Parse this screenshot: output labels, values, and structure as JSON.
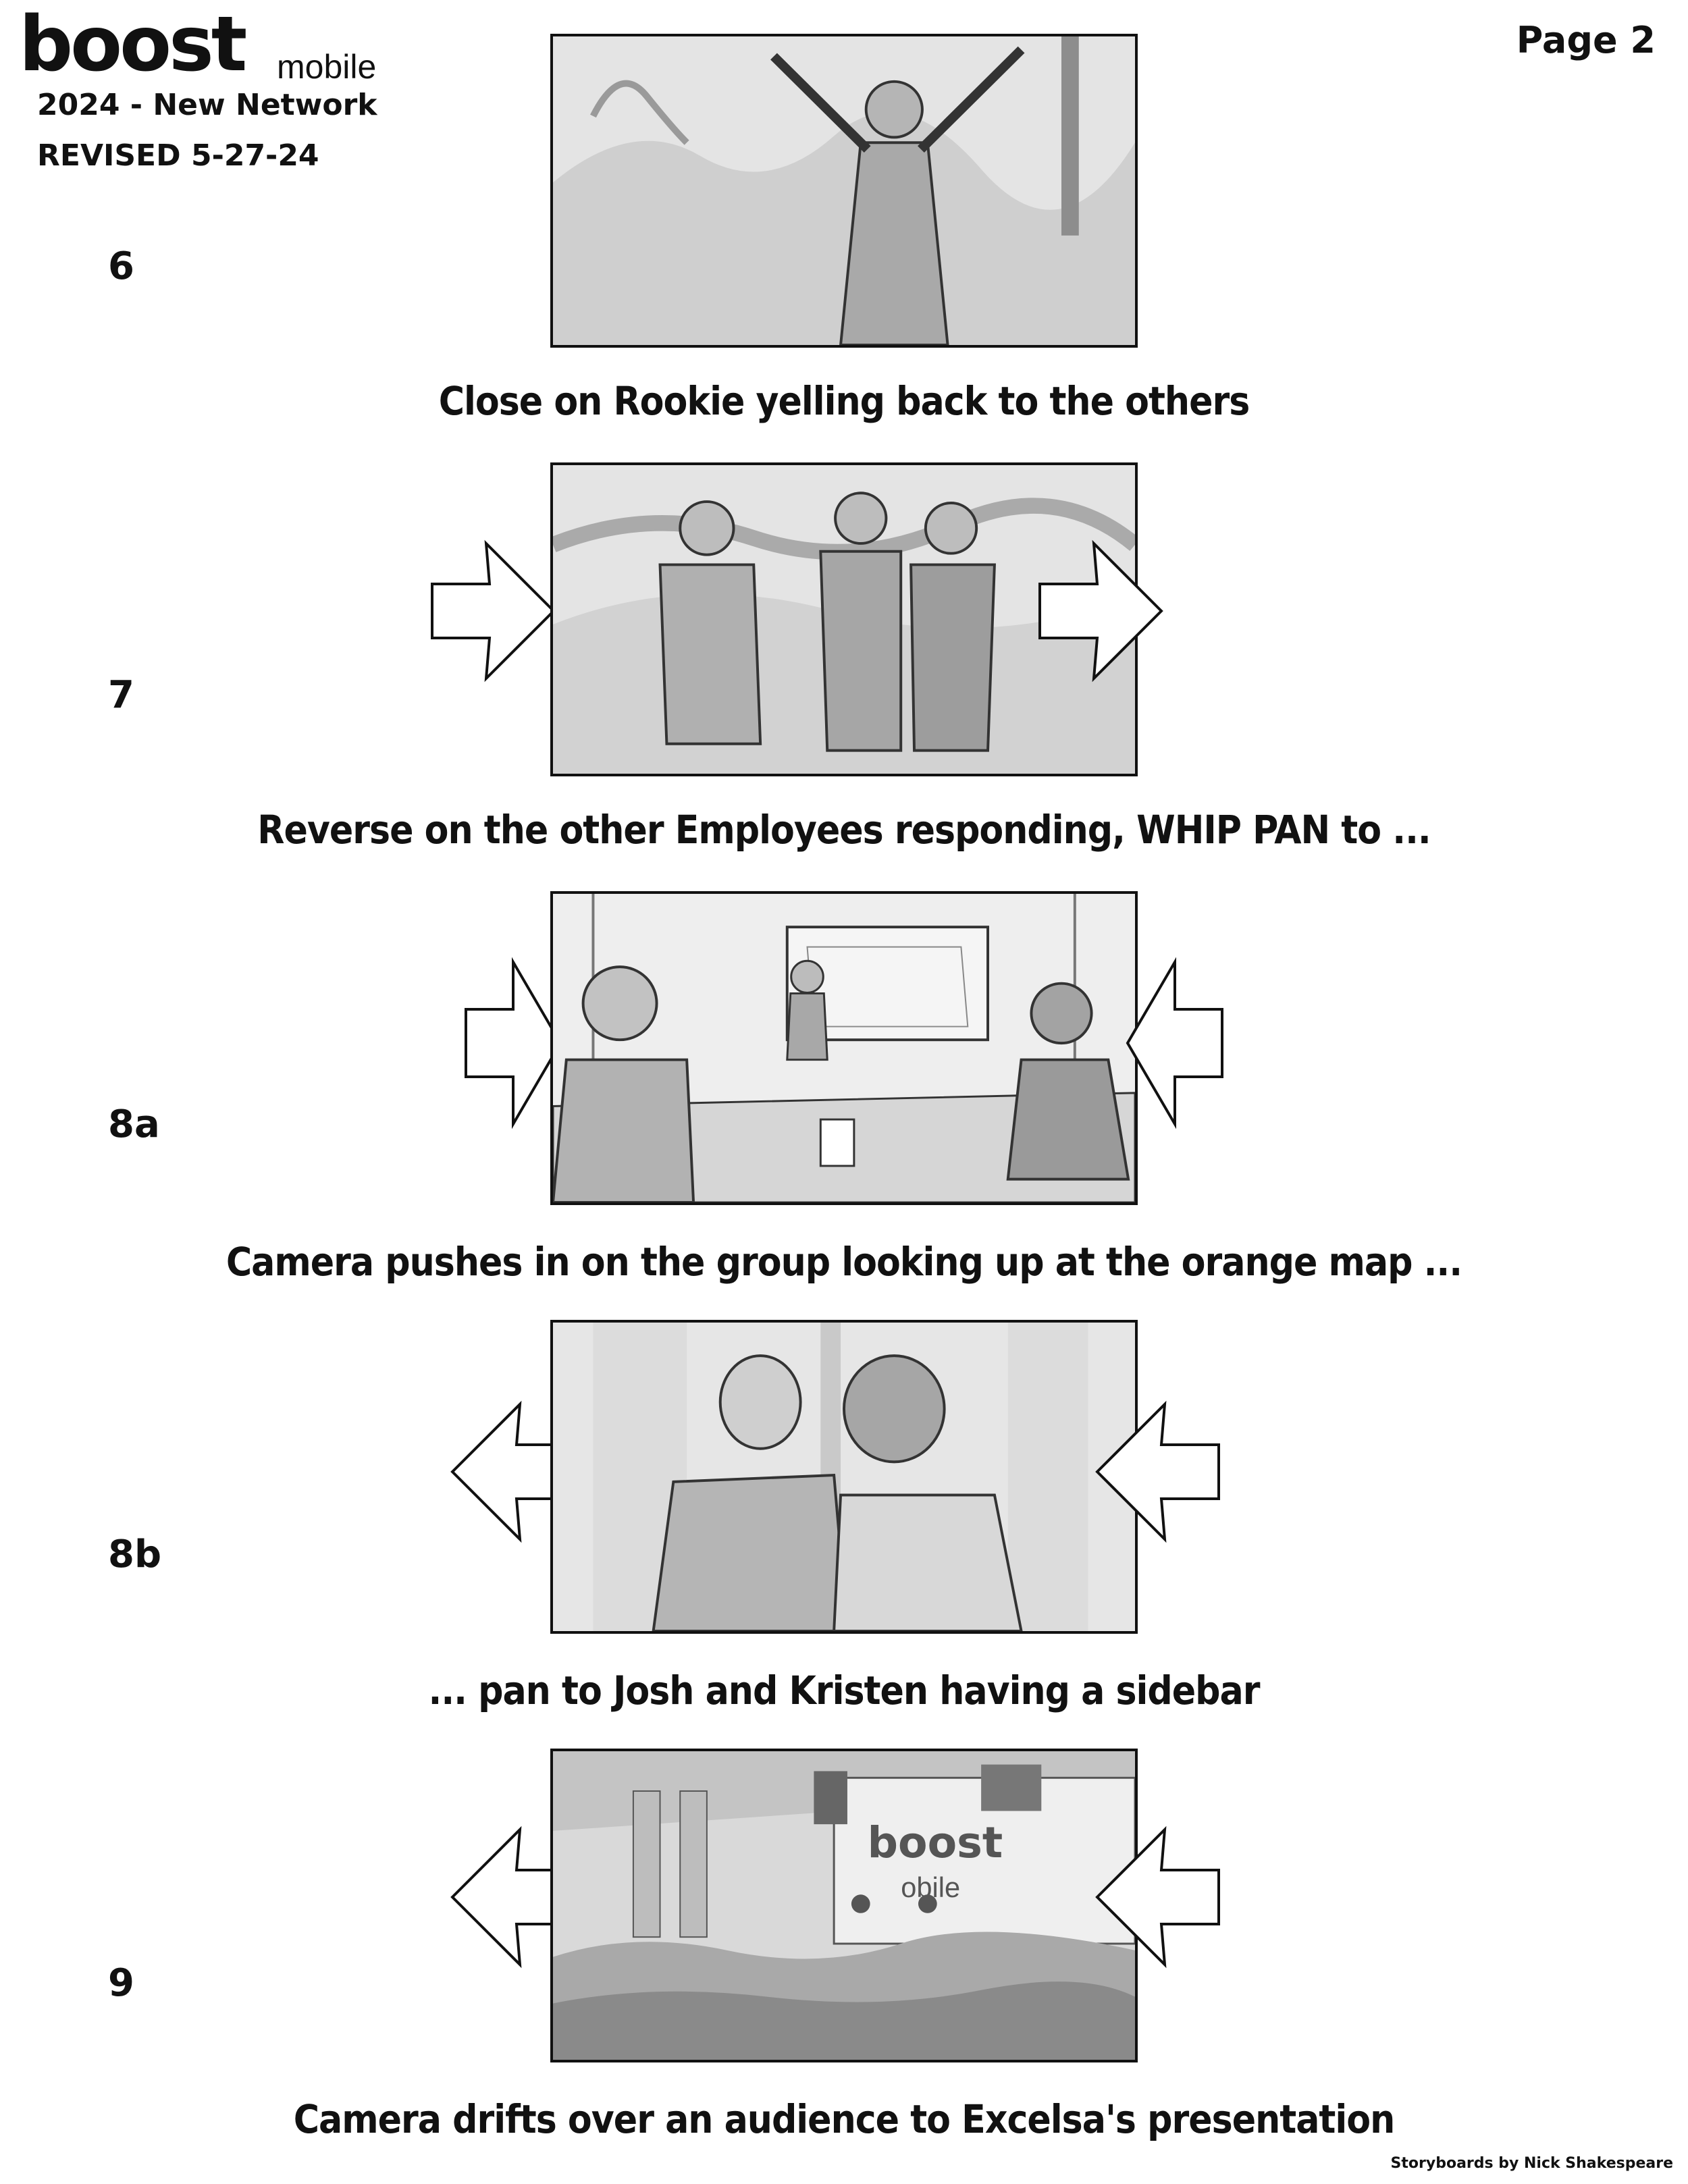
{
  "header": {
    "logo_word": "boost",
    "logo_sub": "mobile",
    "project": "2024 - New Network",
    "revised": "REVISED 5-27-24",
    "page": "Page 2"
  },
  "panels": [
    {
      "number": "6",
      "caption": "Close on Rookie yelling back to the others"
    },
    {
      "number": "7",
      "caption": "Reverse on the other Employees responding, WHIP PAN to ..."
    },
    {
      "number": "8a",
      "caption": "Camera pushes in on the group looking up at the orange map ..."
    },
    {
      "number": "8b",
      "caption": "... pan to Josh and Kristen having a sidebar"
    },
    {
      "number": "9",
      "caption": "Camera drifts over an audience to Excelsa's presentation"
    }
  ],
  "panel9_sign": {
    "word": "boost",
    "sub": "obile"
  },
  "credit": "Storyboards by Nick Shakespeare"
}
